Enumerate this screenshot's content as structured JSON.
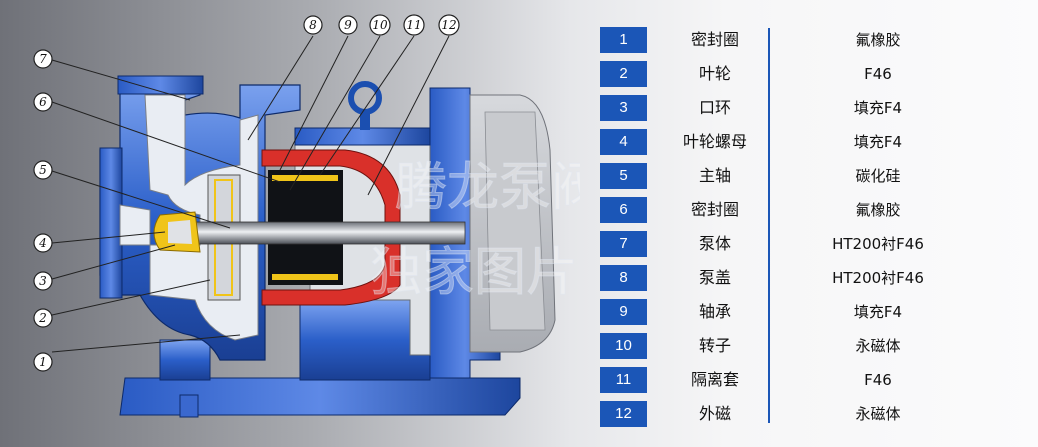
{
  "watermark": [
    "腾龙泵阀",
    "独家图片"
  ],
  "callouts": [
    "1",
    "2",
    "3",
    "4",
    "5",
    "6",
    "7",
    "8",
    "9",
    "10",
    "11",
    "12"
  ],
  "parts": [
    {
      "no": "1",
      "name": "密封圈",
      "material": "氟橡胶"
    },
    {
      "no": "2",
      "name": "叶轮",
      "material": "F46"
    },
    {
      "no": "3",
      "name": "口环",
      "material": "填充F4"
    },
    {
      "no": "4",
      "name": "叶轮螺母",
      "material": "填充F4"
    },
    {
      "no": "5",
      "name": "主轴",
      "material": "碳化硅"
    },
    {
      "no": "6",
      "name": "密封圈",
      "material": "氟橡胶"
    },
    {
      "no": "7",
      "name": "泵体",
      "material": "HT200衬F46"
    },
    {
      "no": "8",
      "name": "泵盖",
      "material": "HT200衬F46"
    },
    {
      "no": "9",
      "name": "轴承",
      "material": "填充F4"
    },
    {
      "no": "10",
      "name": "转子",
      "material": "永磁体"
    },
    {
      "no": "11",
      "name": "隔离套",
      "material": "F46"
    },
    {
      "no": "12",
      "name": "外磁",
      "material": "永磁体"
    }
  ],
  "colors": {
    "index_box": "#1b56b7",
    "pump_body": "#2b5fc9",
    "lining": "#e9edf3",
    "isolation_sleeve": "#d9302a",
    "rotor": "#101216",
    "gasket": "#f0c419"
  }
}
